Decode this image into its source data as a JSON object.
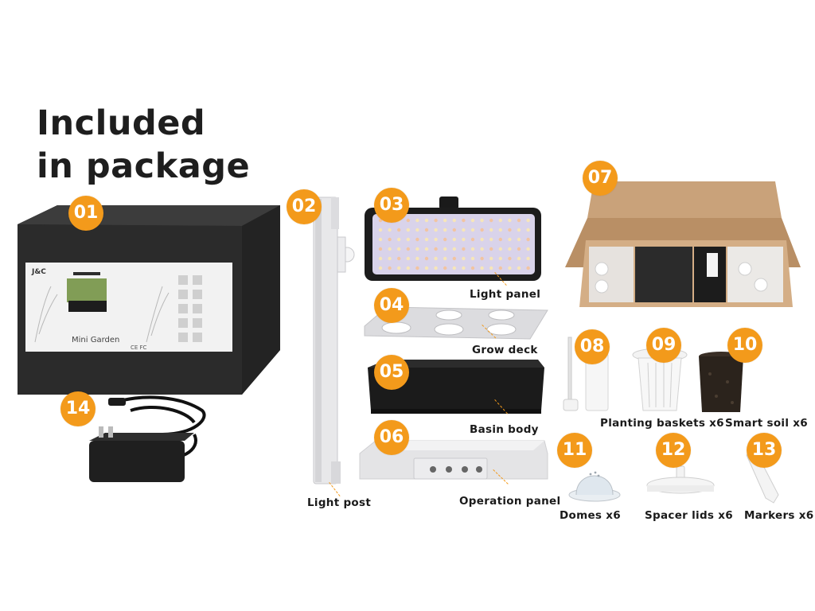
{
  "heading": {
    "line1": "Included",
    "line2": "in package"
  },
  "brand": {
    "box_logo": "J&C",
    "box_product": "Mini Garden",
    "box_ce": "CE FC"
  },
  "items": [
    {
      "num": "01",
      "label": ""
    },
    {
      "num": "02",
      "label": "Light post"
    },
    {
      "num": "03",
      "label": "Light panel"
    },
    {
      "num": "04",
      "label": "Grow deck"
    },
    {
      "num": "05",
      "label": "Basin body"
    },
    {
      "num": "06",
      "label": "Operation panel"
    },
    {
      "num": "07",
      "label": ""
    },
    {
      "num": "08",
      "label": ""
    },
    {
      "num": "09",
      "label": ""
    },
    {
      "num": "10",
      "label": ""
    },
    {
      "num": "11",
      "label": "Domes x6"
    },
    {
      "num": "12",
      "label": "Spacer lids x6"
    },
    {
      "num": "13",
      "label": "Markers x6"
    },
    {
      "num": "14",
      "label": ""
    }
  ],
  "group_labels": {
    "planting_baskets": "Planting baskets x6",
    "smart_soil": "Smart soil x6"
  },
  "colors": {
    "accent": "#f39a1b",
    "box_dark": "#2b2b2b",
    "cardboard": "#c9a27a",
    "panel_white": "#e9e9ea",
    "basin_black": "#1b1b1b"
  }
}
